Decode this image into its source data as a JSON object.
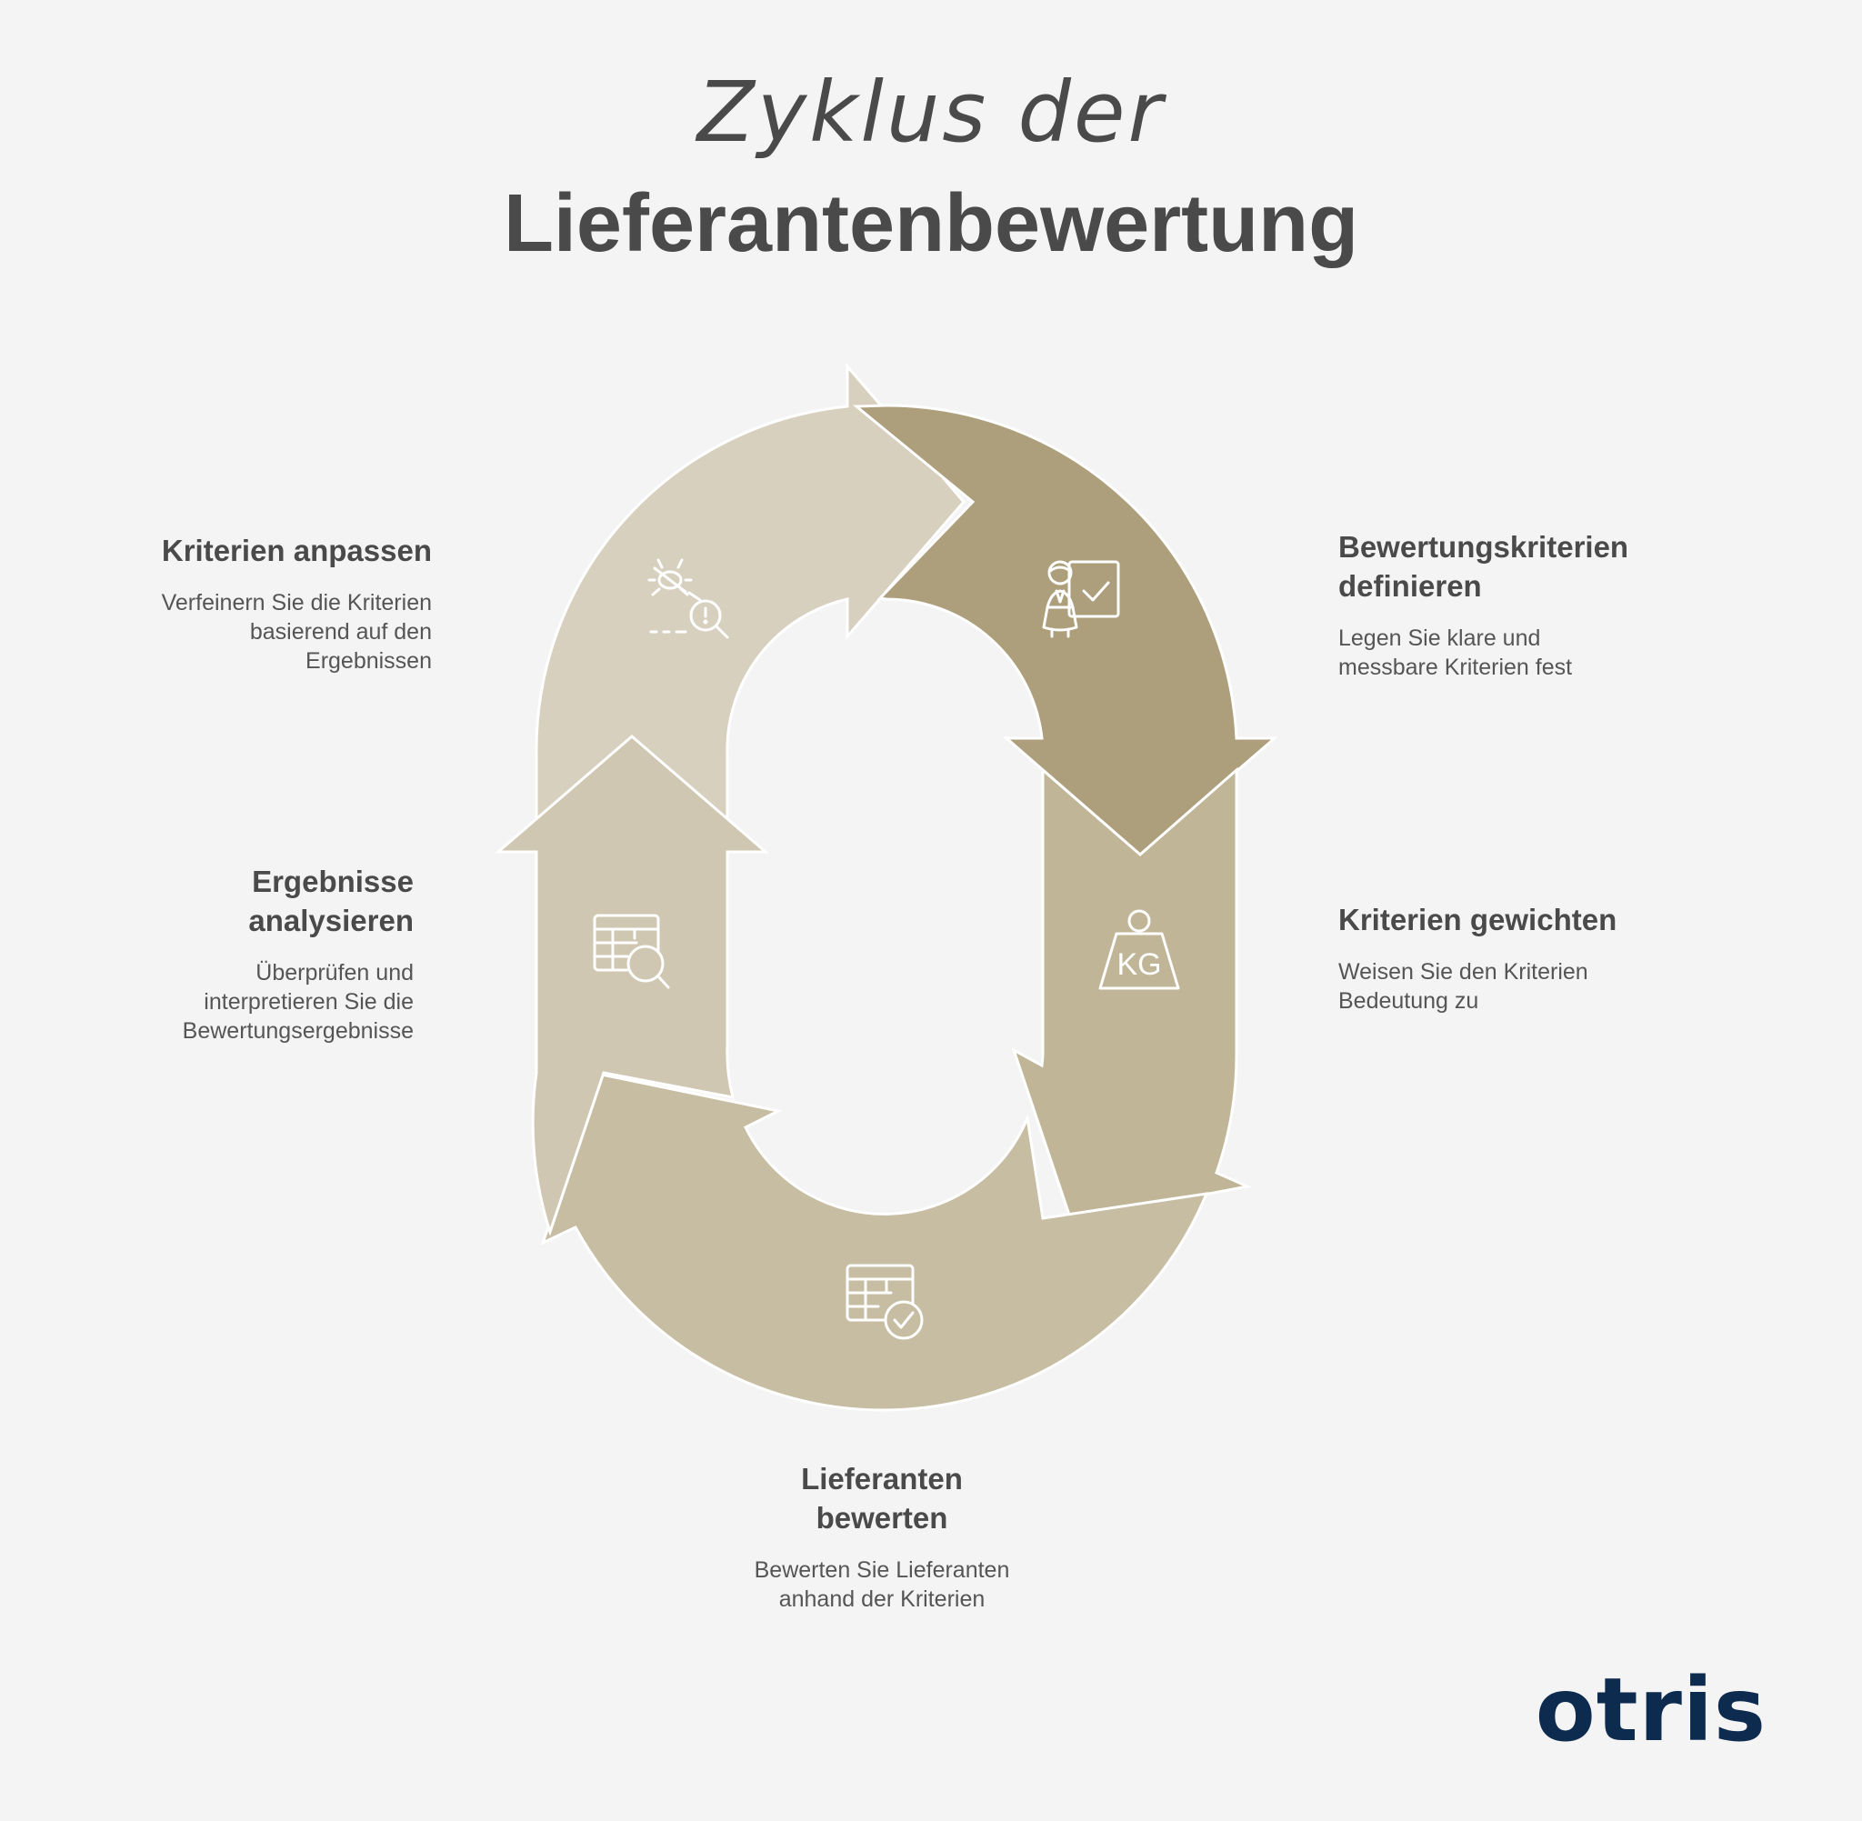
{
  "title": {
    "line1": "Zyklus der",
    "line2": "Lieferantenbewertung"
  },
  "steps": [
    {
      "key": "define",
      "heading": "Bewertungskriterien definieren",
      "text": "Legen Sie klare und messbare Kriterien fest",
      "color": "#ad9f7b",
      "icon": "presenter-checkmark-icon"
    },
    {
      "key": "weight",
      "heading": "Kriterien gewichten",
      "text": "Weisen Sie den Kriterien Bedeutung zu",
      "color": "#c0b597",
      "icon": "weight-kg-icon"
    },
    {
      "key": "evaluate",
      "heading_line1": "Lieferanten",
      "heading_line2": "bewerten",
      "text_line1": "Bewerten Sie Lieferanten",
      "text_line2": "anhand der Kriterien",
      "color": "#c7bda3",
      "icon": "table-checkmark-icon"
    },
    {
      "key": "analyze",
      "heading_line1": "Ergebnisse",
      "heading_line2": "analysieren",
      "text_line1": "Überprüfen und",
      "text_line2": "interpretieren Sie die",
      "text_line3": "Bewertungsergebnisse",
      "color": "#cfc7b2",
      "icon": "table-search-icon"
    },
    {
      "key": "adjust",
      "heading": "Kriterien anpassen",
      "text_line1": "Verfeinern Sie die Kriterien",
      "text_line2": "basierend auf den",
      "text_line3": "Ergebnissen",
      "color": "#d7d0bf",
      "icon": "bug-search-icon"
    }
  ],
  "define_heading_line1": "Bewertungskriterien",
  "define_heading_line2": "definieren",
  "define_text_line1": "Legen Sie klare und",
  "define_text_line2": "messbare Kriterien fest",
  "weight_text_line1": "Weisen Sie den Kriterien",
  "weight_text_line2": "Bedeutung zu",
  "logo": "otris"
}
